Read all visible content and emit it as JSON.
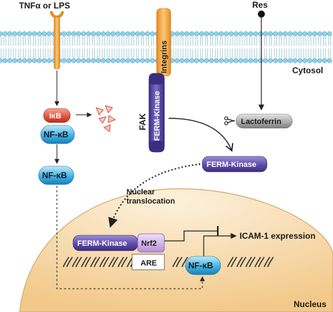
{
  "labels": {
    "ligand": "TNFα or LPS",
    "res": "Res",
    "cytosol": "Cytosol",
    "integrins": "Integrins",
    "fak": "FAK",
    "ferm_kinase_vertical": "FERM-Kinase",
    "lactoferrin": "Lactoferrin",
    "ferm_kinase_cyto": "FERM-Kinase",
    "ikb": "IκB",
    "nfkb_complex": "NF-κB",
    "nfkb_free": "NF-κB",
    "nuclear_translocation_line1": "Nuclear",
    "nuclear_translocation_line2": "translocation",
    "ferm_kinase_nuclear": "FERM-Kinase",
    "nrf2": "Nrf2",
    "are": "ARE",
    "nfkb_dna": "NF-κB",
    "icam_expression": "ICAM-1 expression",
    "nucleus": "Nucleus"
  },
  "colors": {
    "membrane_head": "#8fd1ea",
    "receptor_orange": "#f5a540",
    "ikb_red": "#e0503a",
    "nfkb_blue": "#3fb3e6",
    "ferm_purple": "#5e4da8",
    "nrf2_lilac": "#c9a6e0",
    "lactoferrin_grey": "#a8a8a8",
    "nucleus_fill": "#f7d9a8"
  }
}
